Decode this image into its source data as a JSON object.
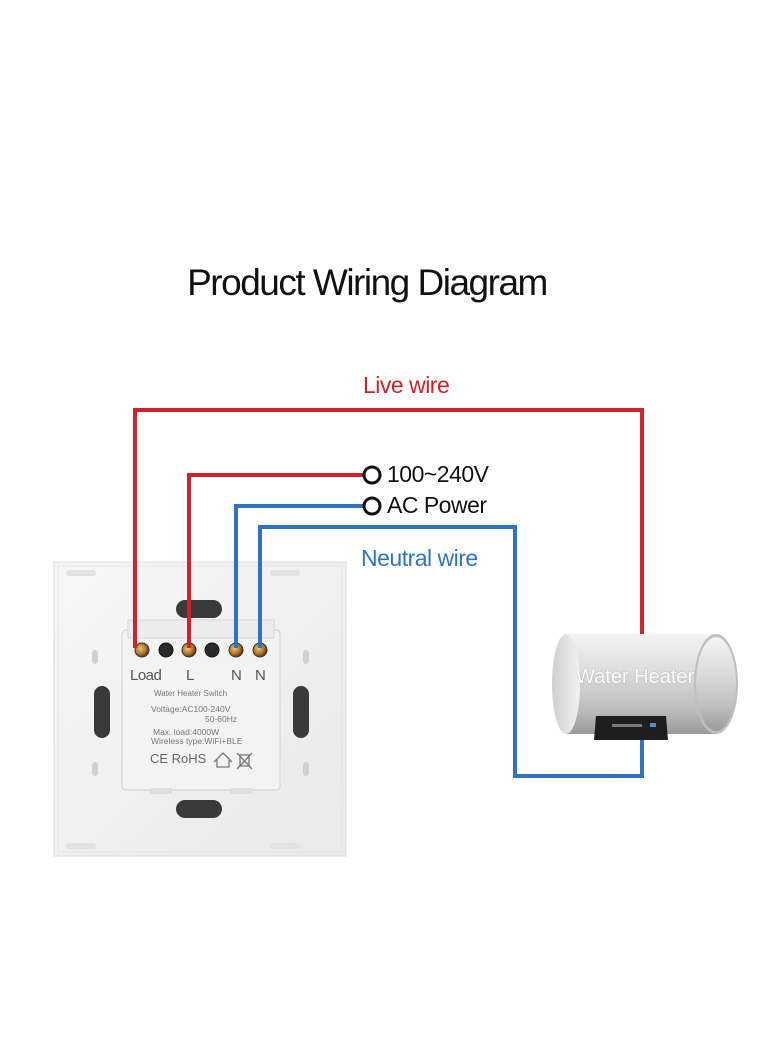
{
  "title": "Product Wiring Diagram",
  "labels": {
    "live_wire": "Live wire",
    "neutral_wire": "Neutral wire",
    "voltage": "100~240V",
    "ac_power": "AC Power"
  },
  "switch": {
    "terminals": [
      "Load",
      "L",
      "N",
      "N"
    ],
    "name": "Water Heater Switch",
    "voltage": "Voltage:AC100-240V",
    "frequency": "50-60Hz",
    "max_load": "Max. load:4000W",
    "wireless": "Wireless type:WiFi+BLE",
    "certs": "CE RoHS"
  },
  "heater": {
    "label": "Water Heater"
  },
  "colors": {
    "live": "#d42027",
    "neutral": "#2f73c4",
    "panel": "#f2f2f2"
  },
  "icons": [
    "house-icon",
    "crossed-bin-icon"
  ]
}
